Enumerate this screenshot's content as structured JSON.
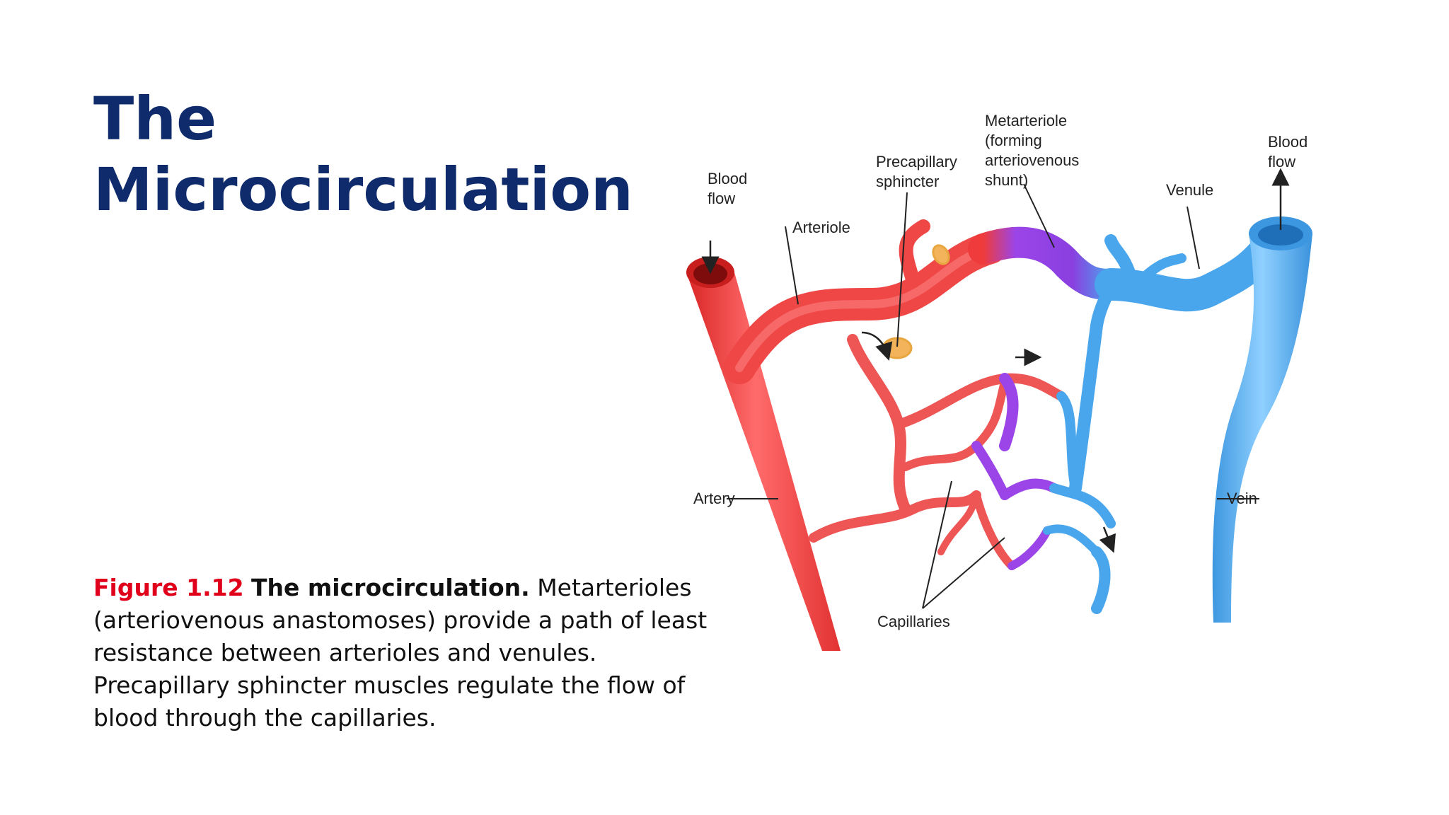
{
  "slide": {
    "title_line1": "The",
    "title_line2": "Microcirculation",
    "caption": {
      "figure_number": "Figure 1.12",
      "figure_title": "The microcirculation.",
      "body": "Metarterioles (arteriovenous anastomoses) provide a path of least resistance between arterioles and venules. Precapillary sphincter muscles regulate the flow of blood through the capillaries."
    }
  },
  "diagram": {
    "labels": {
      "blood_flow_in_1": "Blood",
      "blood_flow_in_2": "flow",
      "arteriole": "Arteriole",
      "precap_1": "Precapillary",
      "precap_2": "sphincter",
      "metart_1": "Metarteriole",
      "metart_2": "(forming",
      "metart_3": "arteriovenous",
      "metart_4": "shunt)",
      "venule": "Venule",
      "blood_flow_out_1": "Blood",
      "blood_flow_out_2": "flow",
      "artery": "Artery",
      "vein": "Vein",
      "capillaries": "Capillaries"
    },
    "colors": {
      "arterial": "#ef3b3b",
      "venous": "#4aa6ec",
      "transition": "#8a3fe0",
      "title": "#0f2b6b",
      "figure_number": "#e0001b"
    }
  }
}
